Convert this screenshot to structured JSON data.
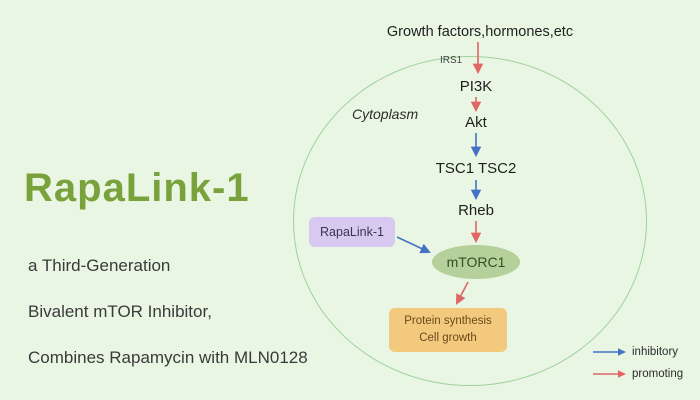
{
  "title": "RapaLink-1",
  "subtitle_lines": [
    "a Third-Generation",
    "Bivalent mTOR Inhibitor,",
    "Combines Rapamycin with MLN0128"
  ],
  "diagram": {
    "top_label": "Growth factors,hormones,etc",
    "irs1_label": "IRS1",
    "cell_label": "Cytoplasm",
    "nodes": {
      "pi3k": "PI3K",
      "akt": "Akt",
      "tsc": "TSC1 TSC2",
      "rheb": "Rheb",
      "mtorc1": "mTORC1",
      "rapalink": "RapaLink-1",
      "protein_line1": "Protein synthesis",
      "protein_line2": "Cell growth"
    },
    "edges": [
      {
        "from": "Growth factors,hormones,etc",
        "to": "PI3K",
        "type": "promoting",
        "via": "IRS1"
      },
      {
        "from": "PI3K",
        "to": "Akt",
        "type": "promoting"
      },
      {
        "from": "Akt",
        "to": "TSC1 TSC2",
        "type": "inhibitory"
      },
      {
        "from": "TSC1 TSC2",
        "to": "Rheb",
        "type": "inhibitory"
      },
      {
        "from": "Rheb",
        "to": "mTORC1",
        "type": "promoting"
      },
      {
        "from": "RapaLink-1",
        "to": "mTORC1",
        "type": "inhibitory"
      },
      {
        "from": "mTORC1",
        "to": "Protein synthesis Cell growth",
        "type": "promoting"
      }
    ],
    "legend": [
      {
        "label": "inhibitory",
        "color": "#4472c4"
      },
      {
        "label": "promoting",
        "color": "#e06666"
      }
    ]
  },
  "colors": {
    "background": "#e9f6e3",
    "title": "#79a23c",
    "cell_border": "#9fd29b",
    "inhibitory_arrow": "#4472c4",
    "promoting_arrow": "#e06666",
    "mtorc1_fill": "#b5d09a",
    "protein_box_fill": "#f2c97d",
    "rapalink_box_fill": "#d8c9f0"
  }
}
